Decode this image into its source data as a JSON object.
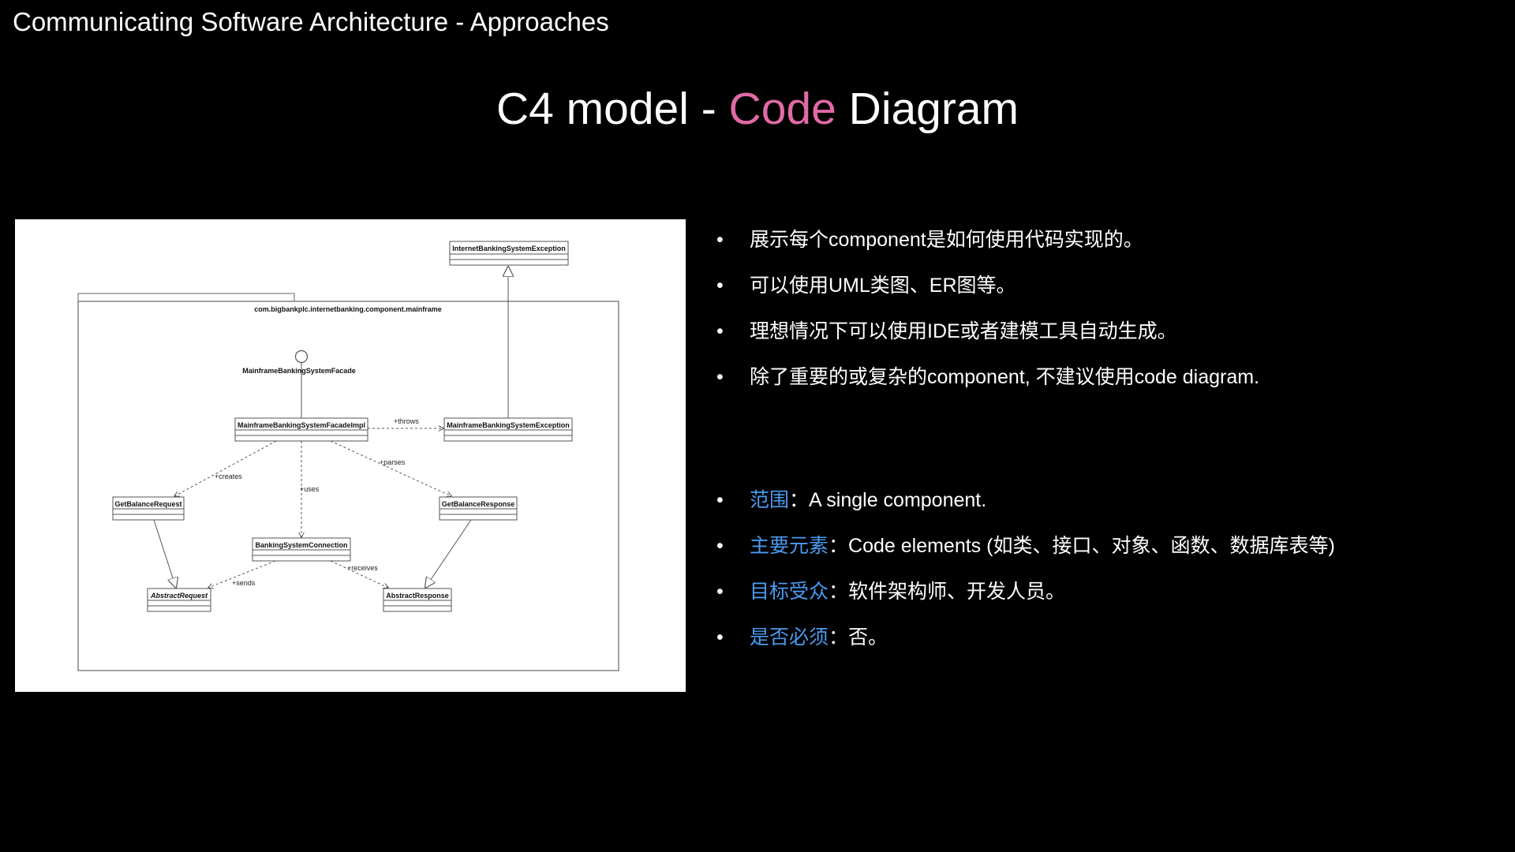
{
  "deck": {
    "title": "Communicating Software Architecture - Approaches"
  },
  "slide": {
    "title_prefix": "C4 model - ",
    "title_accent": "Code",
    "title_suffix": " Diagram",
    "accent_color": "#e06aa6",
    "term_color": "#4a9bf0"
  },
  "diagram": {
    "package_name": "com.bigbankplc.internetbanking.component.mainframe",
    "classes": {
      "internet_exception": "InternetBankingSystemException",
      "facade_interface": "MainframeBankingSystemFacade",
      "facade_impl": "MainframeBankingSystemFacadeImpl",
      "mainframe_exception": "MainframeBankingSystemException",
      "get_balance_request": "GetBalanceRequest",
      "get_balance_response": "GetBalanceResponse",
      "connection": "BankingSystemConnection",
      "abstract_request": "AbstractRequest",
      "abstract_response": "AbstractResponse"
    },
    "relations": {
      "throws": "+throws",
      "creates": "+creates",
      "uses": "+uses",
      "parses": "+parses",
      "sends": "+sends",
      "receives": "+receives"
    }
  },
  "bullets_top": [
    "展示每个component是如何使用代码实现的。",
    "可以使用UML类图、ER图等。",
    "理想情况下可以使用IDE或者建模工具自动生成。",
    "除了重要的或复杂的component, 不建议使用code diagram."
  ],
  "bullets_bottom": [
    {
      "term": "范围",
      "sep": "：",
      "text": "A single component."
    },
    {
      "term": "主要元素",
      "sep": "：",
      "text": "Code elements (如类、接口、对象、函数、数据库表等)"
    },
    {
      "term": "目标受众",
      "sep": "：",
      "text": "软件架构师、开发人员。"
    },
    {
      "term": "是否必须",
      "sep": "：",
      "text": "否。"
    }
  ],
  "bullet_symbol": "•"
}
